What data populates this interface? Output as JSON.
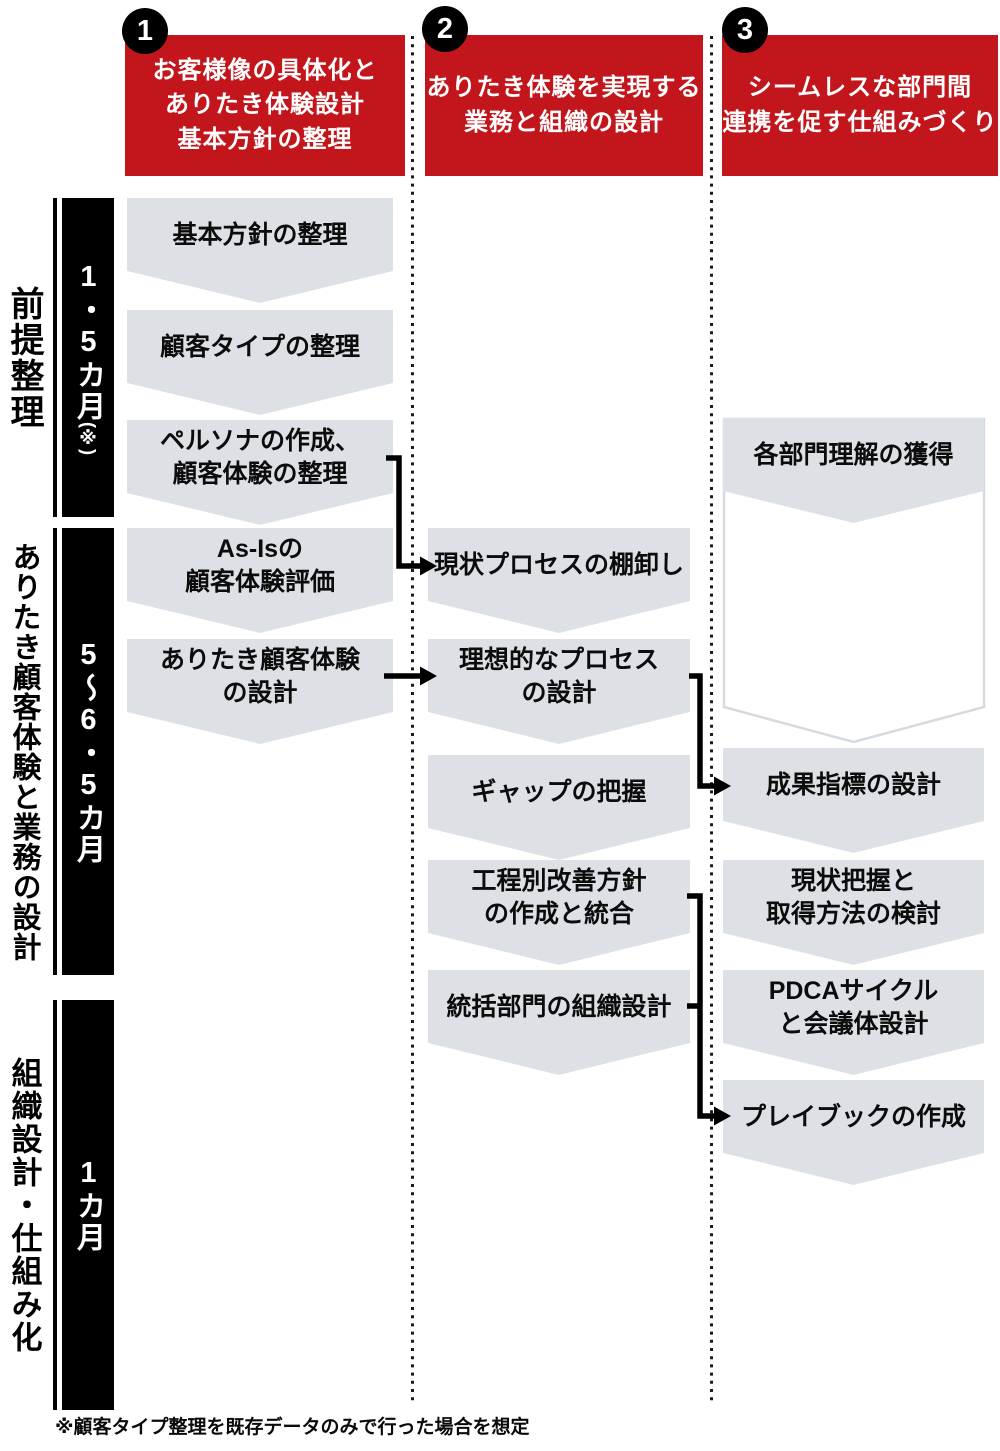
{
  "colors": {
    "accent_red": "#c3161c",
    "step_gray": "#dde1e6",
    "bar_black": "#000000"
  },
  "columns": [
    {
      "number": "1",
      "title": "お客様像の具体化と\nありたき体験設計\n基本方針の整理"
    },
    {
      "number": "2",
      "title": "ありたき体験を実現する\n業務と組織の設計"
    },
    {
      "number": "3",
      "title": "シームレスな部門間\n連携を促す仕組みづくり"
    }
  ],
  "phases": [
    {
      "label": "前提整理",
      "duration": "1・5カ月",
      "duration_note": "(※)"
    },
    {
      "label": "ありたき顧客体験と業務の設計",
      "duration": "5～6・5カ月",
      "duration_note": ""
    },
    {
      "label": "組織設計・仕組み化",
      "duration": "1カ月",
      "duration_note": ""
    }
  ],
  "steps": {
    "col1": [
      "基本方針の整理",
      "顧客タイプの整理",
      "ペルソナの作成、\n顧客体験の整理",
      "As-Isの\n顧客体験評価",
      "ありたき顧客体験\nの設計"
    ],
    "col2": [
      "現状プロセスの棚卸し",
      "理想的なプロセス\nの設計",
      "ギャップの把握",
      "工程別改善方針\nの作成と統合",
      "統括部門の組織設計"
    ],
    "col3": [
      "各部門理解の獲得",
      "成果指標の設計",
      "現状把握と\n取得方法の検討",
      "PDCAサイクル\nと会議体設計",
      "プレイブックの作成"
    ]
  },
  "footnote": "※顧客タイプ整理を既存データのみで行った場合を想定"
}
